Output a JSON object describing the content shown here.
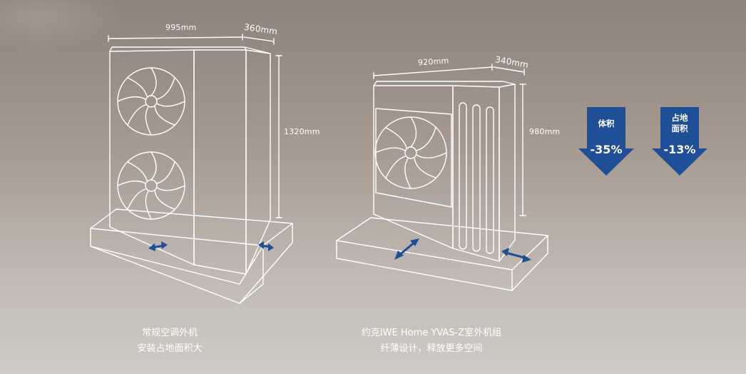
{
  "left_unit": {
    "width": "995mm",
    "depth": "360mm",
    "height": "1320mm",
    "caption_line1": "常规空调外机",
    "caption_line2": "安装占地面积大"
  },
  "right_unit": {
    "width": "920mm",
    "depth": "340mm",
    "height": "980mm",
    "caption_line1": "约克IWE Home YVAS-Z室外机组",
    "caption_line2": "纤薄设计，释放更多空间"
  },
  "badges": [
    {
      "label_line1": "体积",
      "label_line2": "",
      "value": "-35%"
    },
    {
      "label_line1": "占地",
      "label_line2": "面积",
      "value": "-13%"
    }
  ],
  "colors": {
    "accent_blue": "#1f4f96",
    "line_white": "#ffffff"
  }
}
